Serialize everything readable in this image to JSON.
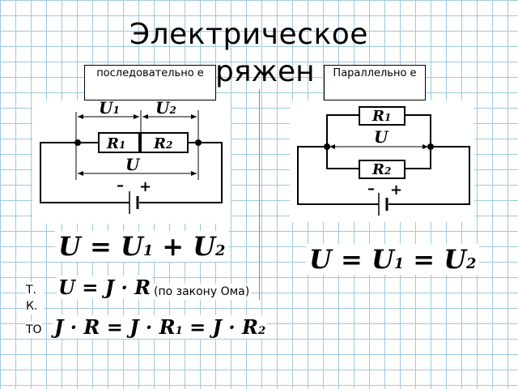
{
  "title": {
    "line1": "Электрическое",
    "line2": "ряжен"
  },
  "tags": {
    "series": "последовательно е",
    "parallel": "Параллельно е"
  },
  "series_circuit": {
    "u1": "U",
    "u1_sub": "1",
    "u2": "U",
    "u2_sub": "2",
    "r1": "R",
    "r1_sub": "1",
    "r2": "R",
    "r2_sub": "2",
    "u": "U",
    "minus": "–",
    "plus": "+"
  },
  "parallel_circuit": {
    "r1": "R",
    "r1_sub": "1",
    "r2": "R",
    "r2_sub": "2",
    "u": "U",
    "minus": "–",
    "plus": "+"
  },
  "formulas": {
    "series": {
      "a": "U = U",
      "a_sub": "1",
      "b": " + U",
      "b_sub": "2"
    },
    "parallel": {
      "a": "U = U",
      "a_sub": "1",
      "b": " = U",
      "b_sub": "2"
    },
    "ohm": "U = J · R",
    "chain": {
      "a": "J · R = J · R",
      "a_sub": "1",
      "b": " = J · R",
      "b_sub": "2"
    }
  },
  "notes": {
    "tk": "Т. К.",
    "to": "ТО",
    "ohm_law": "(по закону Ома)"
  }
}
